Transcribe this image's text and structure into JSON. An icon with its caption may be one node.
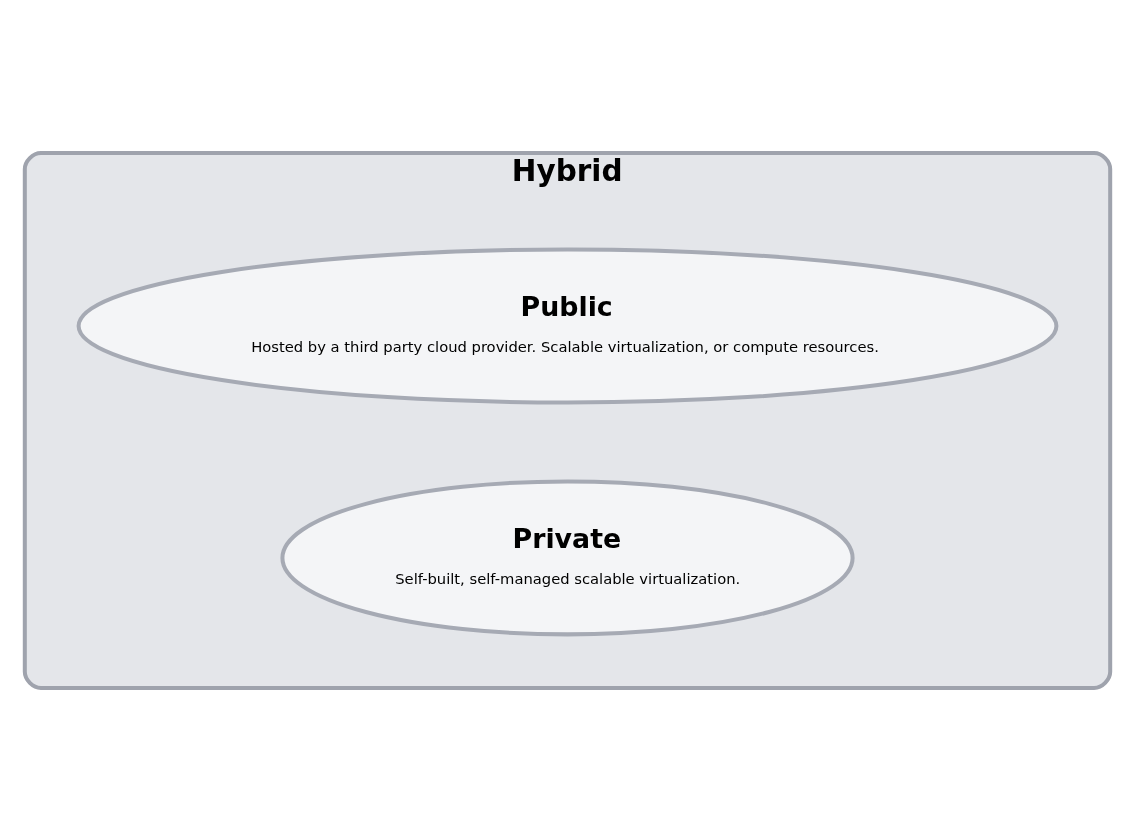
{
  "diagram": {
    "nodes": [
      {
        "text": [
          "Hybrid"
        ]
      },
      {
        "text": [
          "Public",
          "Hosted by a third party cloud provider. Scalable virtualization, or compute resources."
        ],
        "in": 0
      },
      {
        "text": [
          "Private",
          "Self-built, self-managed scalable virtualization."
        ],
        "in": 0
      }
    ]
  }
}
